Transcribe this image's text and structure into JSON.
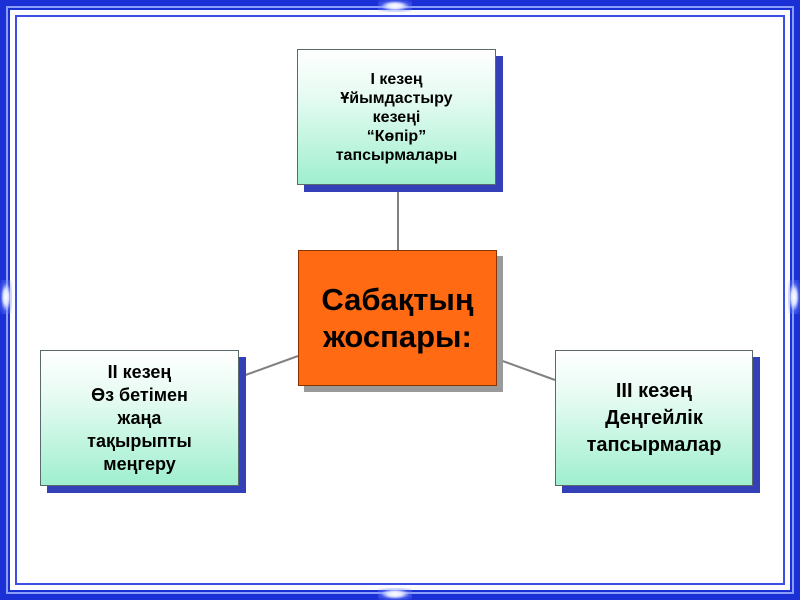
{
  "diagram": {
    "center": {
      "lines": [
        "Сабақтың",
        "жоспары:"
      ]
    },
    "stage1": {
      "lines": [
        "І кезең",
        "Ұйымдастыру",
        "кезеңі",
        "“Көпір”",
        "тапсырмалары"
      ]
    },
    "stage2": {
      "lines": [
        "ІІ кезең",
        "Өз бетімен",
        "жаңа",
        "тақырыпты",
        "меңгеру"
      ]
    },
    "stage3": {
      "lines": [
        "ІІІ кезең",
        "Деңгейлік",
        "тапсырмалар"
      ]
    }
  },
  "colors": {
    "frame": "#1a2fd6",
    "center_fill": "#ff6a12",
    "box_gradient_bottom": "#9fefcf",
    "box_shadow": "#3340b8",
    "connector": "#808080"
  }
}
